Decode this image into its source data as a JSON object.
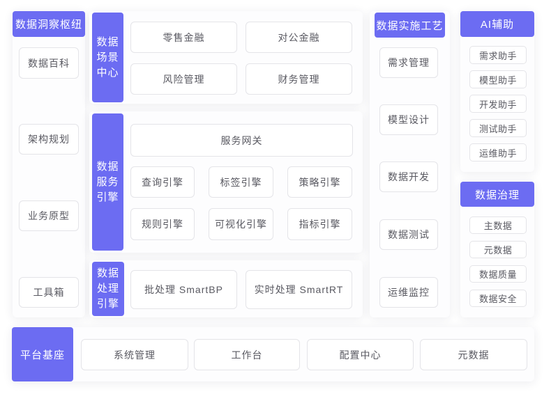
{
  "theme": {
    "accent": "#6c6cf2",
    "panel_bg": "#fdfdfe",
    "box_border": "#e4e4e8",
    "text": "#595961"
  },
  "insight_hub": {
    "title": "数据洞察枢纽",
    "items": [
      "数据百科",
      "架构规划",
      "业务原型",
      "工具箱"
    ]
  },
  "scene_center": {
    "title": "数据\n场景\n中心",
    "items": [
      "零售金融",
      "对公金融",
      "风险管理",
      "财务管理"
    ]
  },
  "service_engine": {
    "title": "数据\n服务\n引擎",
    "gateway": "服务网关",
    "items": [
      "查询引擎",
      "标签引擎",
      "策略引擎",
      "规则引擎",
      "可视化引擎",
      "指标引擎"
    ]
  },
  "process_engine": {
    "title": "数据\n处理\n引擎",
    "items": [
      "批处理 SmartBP",
      "实时处理  SmartRT"
    ]
  },
  "implementation": {
    "title": "数据实施工艺",
    "items": [
      "需求管理",
      "模型设计",
      "数据开发",
      "数据测试",
      "运维监控"
    ]
  },
  "ai_assist": {
    "title": "AI辅助",
    "items": [
      "需求助手",
      "模型助手",
      "开发助手",
      "测试助手",
      "运维助手"
    ]
  },
  "governance": {
    "title": "数据治理",
    "items": [
      "主数据",
      "元数据",
      "数据质量",
      "数据安全"
    ]
  },
  "platform_base": {
    "title": "平台基座",
    "items": [
      "系统管理",
      "工作台",
      "配置中心",
      "元数据"
    ]
  }
}
